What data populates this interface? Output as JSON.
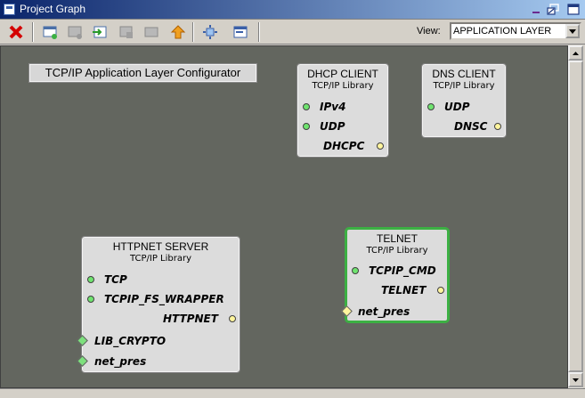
{
  "window": {
    "title": "Project Graph"
  },
  "toolbar": {
    "buttons": [
      "delete-icon",
      "add-component-icon",
      "remove-icon",
      "import-icon",
      "export-icon",
      "disabled-icon",
      "move-up-icon",
      "fit-icon",
      "layout-icon"
    ],
    "view_label": "View:",
    "view_value": "APPLICATION LAYER"
  },
  "canvas": {
    "configurator_label": "TCP/IP Application Layer Configurator",
    "nodes": {
      "dhcp": {
        "title": "DHCP CLIENT",
        "subtitle": "TCP/IP Library",
        "ports": [
          "IPv4",
          "UDP",
          "DHCPC"
        ]
      },
      "dns": {
        "title": "DNS CLIENT",
        "subtitle": "TCP/IP Library",
        "ports": [
          "UDP",
          "DNSC"
        ]
      },
      "httpnet": {
        "title": "HTTPNET SERVER",
        "subtitle": "TCP/IP Library",
        "ports": [
          "TCP",
          "TCPIP_FS_WRAPPER",
          "HTTPNET",
          "LIB_CRYPTO",
          "net_pres"
        ]
      },
      "telnet": {
        "title": "TELNET",
        "subtitle": "TCP/IP Library",
        "ports": [
          "TCPIP_CMD",
          "TELNET",
          "net_pres"
        ]
      }
    }
  },
  "colors": {
    "canvas_bg": "#63665f",
    "node_bg": "#dcdcdc",
    "selected_border": "#3cb043",
    "required_port": "#6fe36f",
    "provided_port": "#fff59d",
    "delete_red": "#d40000"
  }
}
